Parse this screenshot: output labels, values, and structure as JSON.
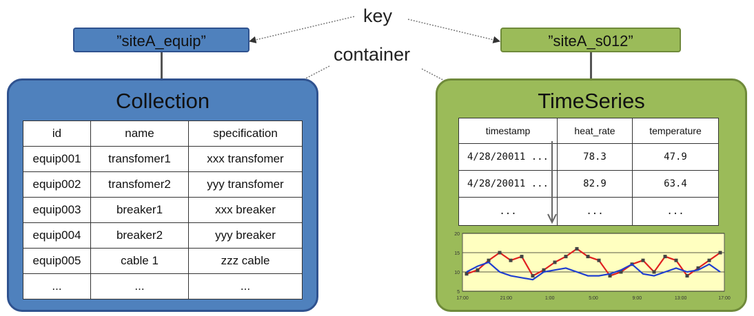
{
  "key_label": "key",
  "container_label": "container",
  "collection": {
    "key": "”siteA_equip”",
    "title": "Collection",
    "columns": [
      "id",
      "name",
      "specification"
    ],
    "rows": [
      [
        "equip001",
        "transfomer1",
        "xxx transfomer"
      ],
      [
        "equip002",
        "transfomer2",
        "yyy transfomer"
      ],
      [
        "equip003",
        "breaker1",
        "xxx breaker"
      ],
      [
        "equip004",
        "breaker2",
        "yyy breaker"
      ],
      [
        "equip005",
        "cable 1",
        "zzz cable"
      ],
      [
        "...",
        "...",
        "..."
      ]
    ]
  },
  "timeseries": {
    "key": "”siteA_s012”",
    "title": "TimeSeries",
    "columns": [
      "timestamp",
      "heat_rate",
      "temperature"
    ],
    "rows": [
      [
        "4/28/20011 ...",
        "78.3",
        "47.9"
      ],
      [
        "4/28/20011 ...",
        "82.9",
        "63.4"
      ],
      [
        "...",
        "...",
        "..."
      ]
    ]
  },
  "chart_data": {
    "type": "line",
    "x": [
      "17:00",
      "21:00",
      "1:00",
      "5:00",
      "9:00",
      "13:00",
      "17:00"
    ],
    "ylim": [
      5,
      20
    ],
    "yticks": [
      "5",
      "10",
      "15",
      "20"
    ],
    "grid": true,
    "series": [
      {
        "color": "#e02020",
        "values": [
          9.5,
          10.5,
          13,
          15,
          13,
          14,
          9,
          10.5,
          12.5,
          14,
          16,
          14,
          13,
          9,
          10,
          12,
          13,
          10,
          14,
          13,
          9,
          11,
          13,
          15
        ]
      },
      {
        "color": "#1f3fd0",
        "values": [
          10,
          11.5,
          12.5,
          10,
          9,
          8.5,
          8,
          10,
          10.5,
          11,
          10,
          9,
          9,
          9.5,
          10.5,
          12,
          9.5,
          9,
          10,
          11,
          10,
          10.5,
          12,
          10
        ]
      }
    ]
  }
}
